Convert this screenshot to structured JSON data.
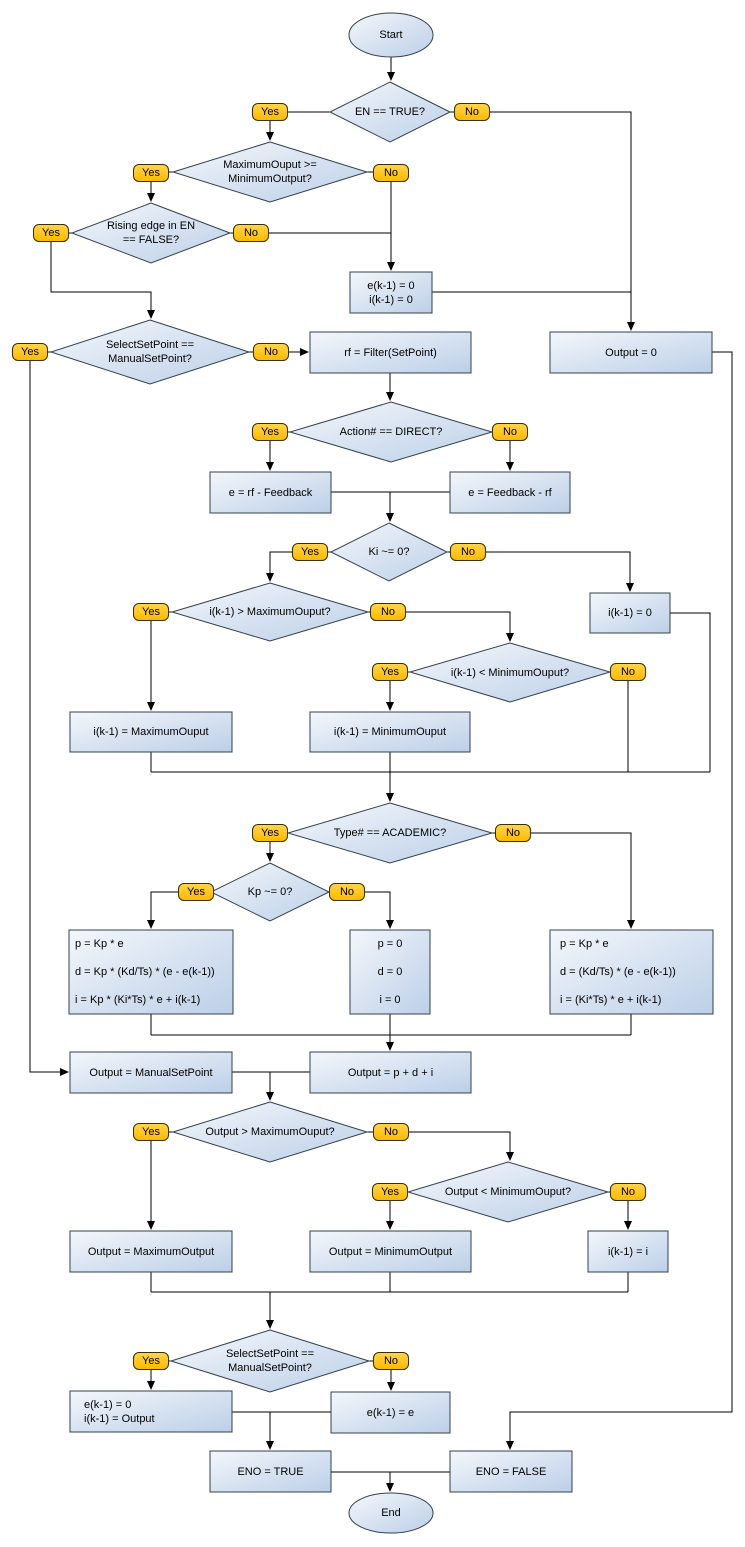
{
  "labels": {
    "yes": "Yes",
    "no": "No"
  },
  "terminals": {
    "start": "Start",
    "end": "End"
  },
  "decisions": {
    "en": "EN == TRUE?",
    "max_min": "MaximumOuput >=\nMinimumOutput?",
    "rising": "Rising edge in EN\n== FALSE?",
    "select1": "SelectSetPoint ==\nManualSetPoint?",
    "action": "Action# == DIRECT?",
    "ki": "Ki ~= 0?",
    "ik_max": "i(k-1) > MaximumOuput?",
    "ik_min": "i(k-1) < MinimumOuput?",
    "type": "Type# == ACADEMIC?",
    "kp": "Kp ~= 0?",
    "out_max": "Output > MaximumOuput?",
    "out_min": "Output < MinimumOuput?",
    "select2": "SelectSetPoint ==\nManualSetPoint?"
  },
  "processes": {
    "reset_e_i": "e(k-1) = 0\ni(k-1) = 0",
    "rf_filter": "rf = Filter(SetPoint)",
    "output_zero": "Output = 0",
    "e_direct": "e = rf - Feedback",
    "e_reverse": "e = Feedback - rf",
    "ik_zero": "i(k-1) = 0",
    "ik_set_max": "i(k-1) = MaximumOuput",
    "ik_set_min": "i(k-1) = MinimumOuput",
    "pdi_academic": "p = Kp * e\nd = Kp * (Kd/Ts) * (e - e(k-1))\ni = Kp * (Ki*Ts) * e + i(k-1)",
    "pdi_zero": "p = 0\nd = 0\ni = 0",
    "pdi_parallel": "p = Kp * e\nd = (Kd/Ts) * (e - e(k-1))\ni = (Ki*Ts) * e + i(k-1)",
    "output_manual": "Output = ManualSetPoint",
    "output_pdi": "Output = p + d + i",
    "output_set_max": "Output = MaximumOutput",
    "output_set_min": "Output = MinimumOutput",
    "ik_store": "i(k-1) = i",
    "store_manual": "e(k-1) = 0\ni(k-1) = Output",
    "store_e": "e(k-1) = e",
    "eno_true": "ENO = TRUE",
    "eno_false": "ENO = FALSE"
  },
  "colors": {
    "node_fill_light": "#f4f7fb",
    "node_fill_dark": "#bccfe8",
    "node_border": "#33414d",
    "badge_fill": "#ffc20e",
    "badge_border": "#3a2f00",
    "connector": "#000000",
    "background": "#ffffff"
  }
}
